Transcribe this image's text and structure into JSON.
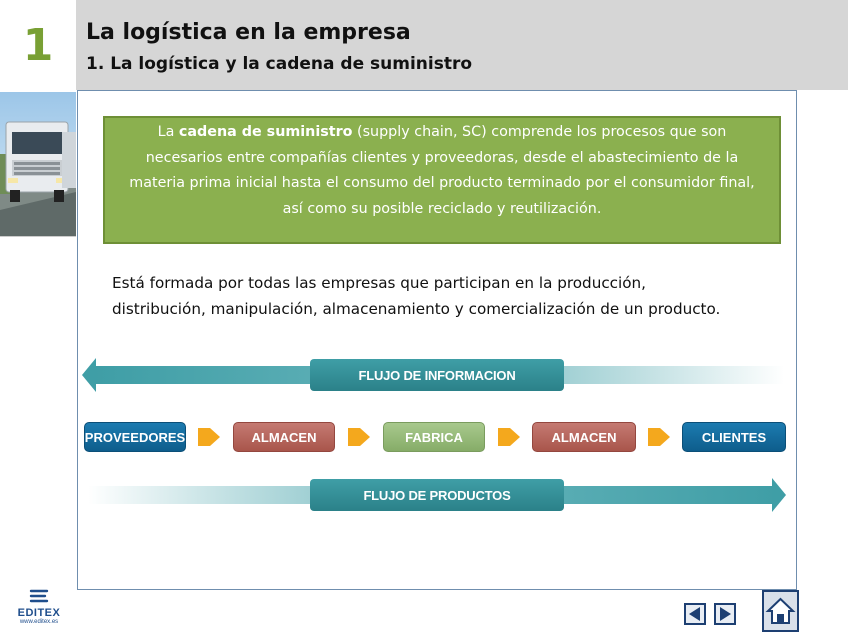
{
  "header": {
    "unit_number": "1",
    "title": "La logística en la empresa",
    "subtitle": "1. La logística y la cadena de suministro"
  },
  "definition": {
    "prefix": "La ",
    "term": "cadena de suministro",
    "rest": " (supply chain, SC) comprende los procesos que son necesarios entre compañías clientes y proveedoras, desde el abastecimiento de la materia prima inicial hasta el consumo del producto terminado por el consumidor final, así como su posible reciclado y reutilización."
  },
  "body_text": "Está formada por todas las empresas que participan en la producción, distribución, manipulación, almacenamiento y comercialización de un producto.",
  "diagram": {
    "info_flow_label": "FLUJO DE INFORMACION",
    "product_flow_label": "FLUJO DE PRODUCTOS",
    "nodes": [
      "PROVEEDORES",
      "ALMACEN",
      "FABRICA",
      "ALMACEN",
      "CLIENTES"
    ]
  },
  "footer": {
    "logo_text": "EDITEX",
    "logo_url": "www.editex.es"
  },
  "colors": {
    "accent_green": "#79a034",
    "definition_bg": "#8bb04f",
    "teal": "#3f9ea6",
    "node_blue": "#0e5d8c",
    "node_red": "#a9554b",
    "node_green": "#86ac68",
    "arrow_orange": "#f4a81d"
  },
  "icons": [
    "truck-photo",
    "chevron-right-icon",
    "prev-arrow-icon",
    "next-arrow-icon",
    "home-icon",
    "editex-logo"
  ]
}
